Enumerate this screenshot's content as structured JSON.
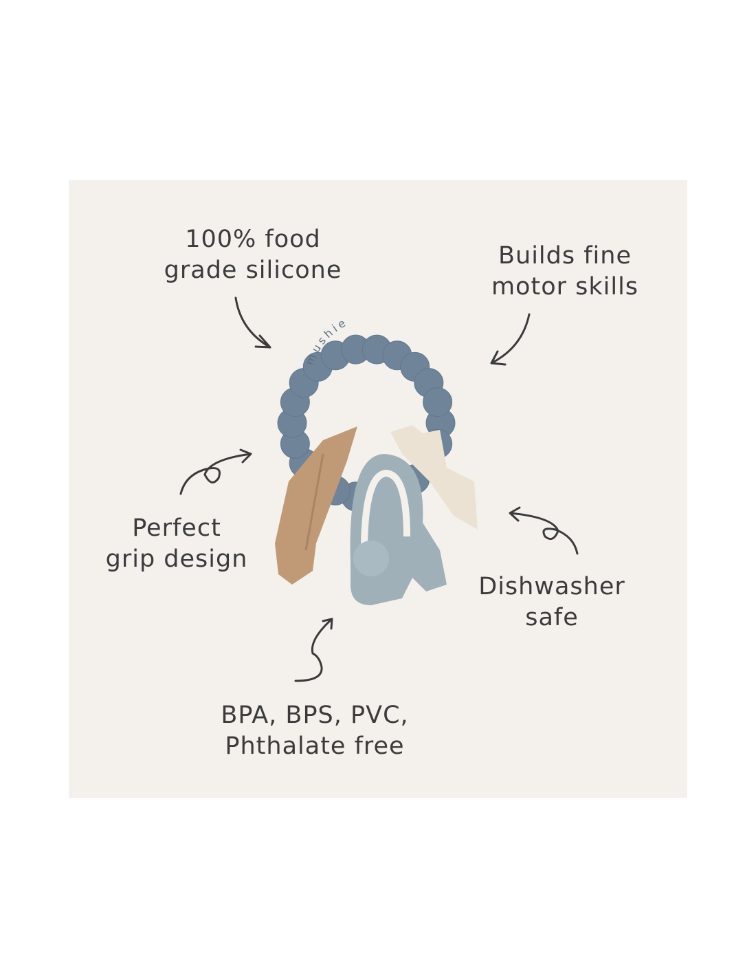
{
  "features": [
    {
      "id": "silicone",
      "lines": [
        "100% food",
        "grade silicone"
      ]
    },
    {
      "id": "motor",
      "lines": [
        "Builds fine",
        "motor skills"
      ]
    },
    {
      "id": "grip",
      "lines": [
        "Perfect",
        "grip design"
      ]
    },
    {
      "id": "dishwasher",
      "lines": [
        "Dishwasher",
        "safe"
      ]
    },
    {
      "id": "free",
      "lines": [
        "BPA, BPS, PVC,",
        "Phthalate free"
      ]
    }
  ],
  "product": {
    "brand_embossed": "mushie"
  },
  "colors": {
    "panel": "#f4f1ed",
    "ring": "#6f8499",
    "rocket": "#c09a77",
    "star": "#ece2d4",
    "astronaut": "#9fb0b8",
    "text": "#3b3b3b"
  }
}
